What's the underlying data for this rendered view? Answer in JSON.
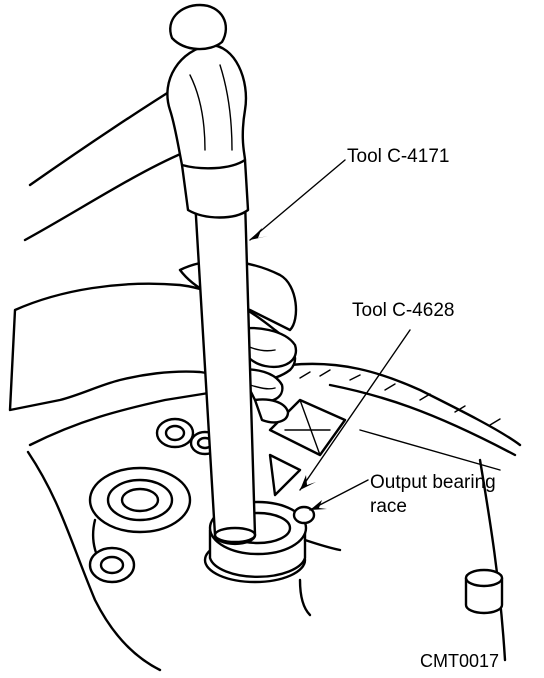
{
  "figure": {
    "labels": {
      "tool_c4171": "Tool C-4171",
      "tool_c4628": "Tool C-4628",
      "race_line1": "Output bearing",
      "race_line2": "race"
    },
    "figure_code": "CMT0017"
  },
  "colors": {
    "ink": "#000000",
    "paper": "#ffffff"
  }
}
